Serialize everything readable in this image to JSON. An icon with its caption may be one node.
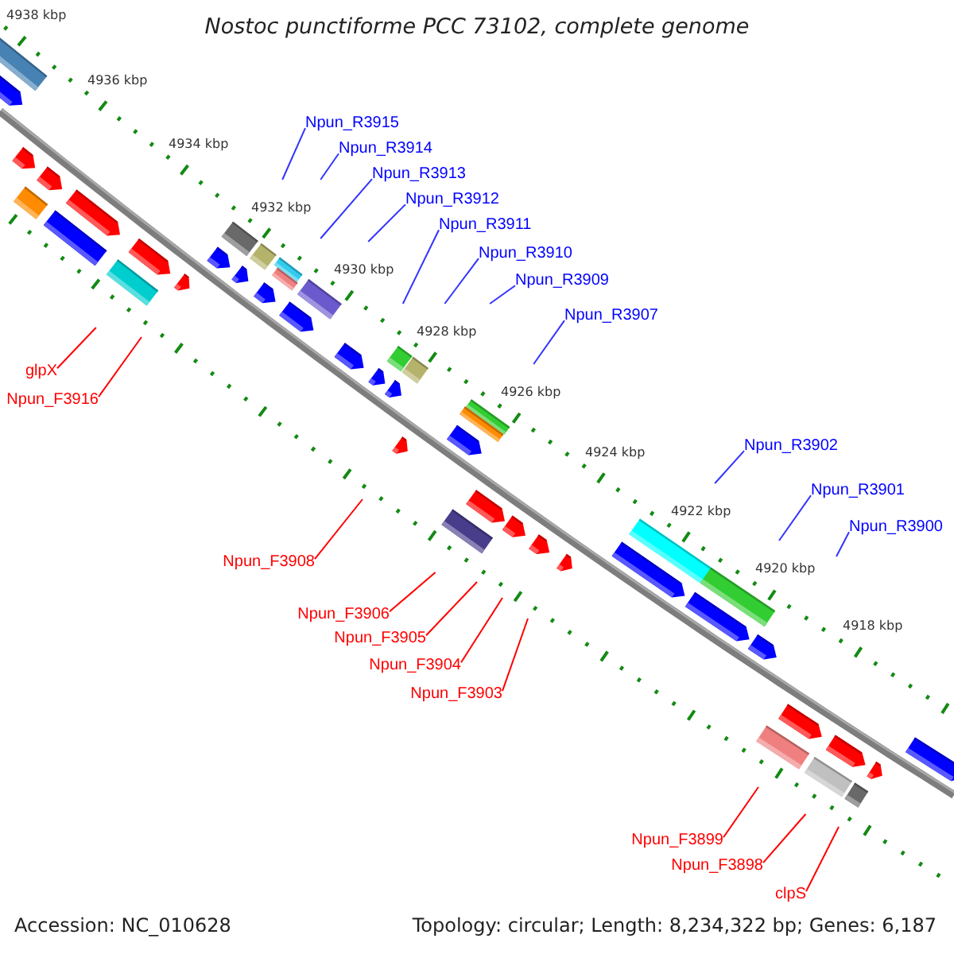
{
  "diagram": {
    "title": "Nostoc punctiforme PCC 73102, complete genome",
    "nodes": [
      {
        "text": [
          "Npun_R3915"
        ]
      },
      {
        "text": [
          "Npun_R3914"
        ]
      },
      {
        "text": [
          "Npun_R3913"
        ]
      },
      {
        "text": [
          "Npun_R3912"
        ]
      },
      {
        "text": [
          "Npun_R3911"
        ]
      },
      {
        "text": [
          "Npun_R3910"
        ]
      },
      {
        "text": [
          "Npun_R3909"
        ]
      },
      {
        "text": [
          "Npun_R3907"
        ]
      },
      {
        "text": [
          "glpX"
        ]
      },
      {
        "text": [
          "Npun_F3916"
        ]
      },
      {
        "text": [
          "Npun_R3902"
        ]
      },
      {
        "text": [
          "Npun_R3901"
        ]
      },
      {
        "text": [
          "Npun_R3900"
        ]
      },
      {
        "text": [
          "Npun_F3908"
        ]
      },
      {
        "text": [
          "Npun_F3906"
        ]
      },
      {
        "text": [
          "Npun_F3905"
        ]
      },
      {
        "text": [
          "Npun_F3904"
        ]
      },
      {
        "text": [
          "Npun_F3903"
        ]
      },
      {
        "text": [
          "Npun_F3899"
        ]
      },
      {
        "text": [
          "Npun_F3898"
        ]
      },
      {
        "text": [
          "clpS"
        ]
      }
    ],
    "edges": [
      {
        "from": 0,
        "to": null,
        "arrow": "none"
      },
      {
        "from": 1,
        "to": null,
        "arrow": "none"
      },
      {
        "from": 2,
        "to": null,
        "arrow": "none"
      },
      {
        "from": 3,
        "to": null,
        "arrow": "none"
      },
      {
        "from": 4,
        "to": null,
        "arrow": "none"
      },
      {
        "from": 5,
        "to": null,
        "arrow": "none"
      },
      {
        "from": 6,
        "to": null,
        "arrow": "none"
      },
      {
        "from": 7,
        "to": null,
        "arrow": "none"
      },
      {
        "from": 8,
        "to": null,
        "arrow": "none",
        "color": "#ff0000"
      },
      {
        "from": 9,
        "to": null,
        "arrow": "none",
        "color": "#ff0000"
      },
      {
        "from": 10,
        "to": null,
        "arrow": "none"
      },
      {
        "from": 11,
        "to": null,
        "arrow": "none"
      },
      {
        "from": 12,
        "to": null,
        "arrow": "none"
      },
      {
        "from": 13,
        "to": null,
        "arrow": "none",
        "color": "#ff0000"
      },
      {
        "from": 14,
        "to": null,
        "arrow": "none",
        "color": "#ff0000"
      },
      {
        "from": 15,
        "to": null,
        "arrow": "none",
        "color": "#ff0000"
      },
      {
        "from": 16,
        "to": null,
        "arrow": "none",
        "color": "#ff0000"
      },
      {
        "from": 17,
        "to": null,
        "arrow": "none",
        "color": "#ff0000"
      },
      {
        "from": 18,
        "to": null,
        "arrow": "none",
        "color": "#ff0000"
      },
      {
        "from": 19,
        "to": null,
        "arrow": "none",
        "color": "#ff0000"
      },
      {
        "from": 20,
        "to": null,
        "arrow": "none",
        "color": "#ff0000"
      }
    ],
    "labels": [
      "4938 kbp",
      "4936 kbp",
      "4934 kbp",
      "4932 kbp",
      "4930 kbp",
      "4928 kbp",
      "4926 kbp",
      "4924 kbp",
      "4922 kbp",
      "4920 kbp",
      "4918 kbp",
      "Accession: NC_010628",
      "Topology: circular; Length: 8,234,322 bp; Genes: 6,187"
    ]
  }
}
